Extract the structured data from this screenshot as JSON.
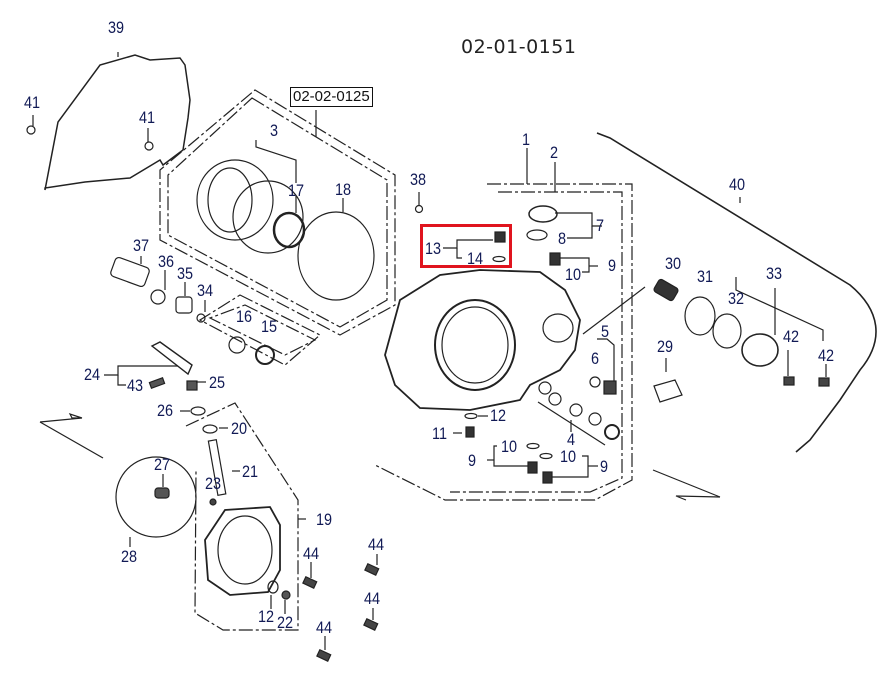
{
  "diagram": {
    "id": "02-01-0151",
    "subassembly_ref": "02-02-0125",
    "highlight_color": "#e0141e",
    "highlighted_parts": [
      "13",
      "14"
    ]
  },
  "callouts": [
    {
      "key": "p39",
      "text": "39"
    },
    {
      "key": "p41a",
      "text": "41"
    },
    {
      "key": "p41b",
      "text": "41"
    },
    {
      "key": "p3",
      "text": "3"
    },
    {
      "key": "p17",
      "text": "17"
    },
    {
      "key": "p18",
      "text": "18"
    },
    {
      "key": "p38",
      "text": "38"
    },
    {
      "key": "p1",
      "text": "1"
    },
    {
      "key": "p2",
      "text": "2"
    },
    {
      "key": "p7",
      "text": "7"
    },
    {
      "key": "p8",
      "text": "8"
    },
    {
      "key": "p13",
      "text": "13"
    },
    {
      "key": "p14",
      "text": "14"
    },
    {
      "key": "p9a",
      "text": "9"
    },
    {
      "key": "p10a",
      "text": "10"
    },
    {
      "key": "p40",
      "text": "40"
    },
    {
      "key": "p30",
      "text": "30"
    },
    {
      "key": "p31",
      "text": "31"
    },
    {
      "key": "p33",
      "text": "33"
    },
    {
      "key": "p32",
      "text": "32"
    },
    {
      "key": "p42a",
      "text": "42"
    },
    {
      "key": "p42b",
      "text": "42"
    },
    {
      "key": "p29",
      "text": "29"
    },
    {
      "key": "p5",
      "text": "5"
    },
    {
      "key": "p6",
      "text": "6"
    },
    {
      "key": "p4",
      "text": "4"
    },
    {
      "key": "p12a",
      "text": "12"
    },
    {
      "key": "p11",
      "text": "11"
    },
    {
      "key": "p10b",
      "text": "10"
    },
    {
      "key": "p10c",
      "text": "10"
    },
    {
      "key": "p9b",
      "text": "9"
    },
    {
      "key": "p9c",
      "text": "9"
    },
    {
      "key": "p37",
      "text": "37"
    },
    {
      "key": "p36",
      "text": "36"
    },
    {
      "key": "p35",
      "text": "35"
    },
    {
      "key": "p34",
      "text": "34"
    },
    {
      "key": "p16",
      "text": "16"
    },
    {
      "key": "p15",
      "text": "15"
    },
    {
      "key": "p24",
      "text": "24"
    },
    {
      "key": "p43",
      "text": "43"
    },
    {
      "key": "p25",
      "text": "25"
    },
    {
      "key": "p26",
      "text": "26"
    },
    {
      "key": "p20",
      "text": "20"
    },
    {
      "key": "p27",
      "text": "27"
    },
    {
      "key": "p21",
      "text": "21"
    },
    {
      "key": "p23",
      "text": "23"
    },
    {
      "key": "p19",
      "text": "19"
    },
    {
      "key": "p28",
      "text": "28"
    },
    {
      "key": "p44a",
      "text": "44"
    },
    {
      "key": "p44b",
      "text": "44"
    },
    {
      "key": "p44c",
      "text": "44"
    },
    {
      "key": "p44d",
      "text": "44"
    },
    {
      "key": "p12b",
      "text": "12"
    },
    {
      "key": "p22",
      "text": "22"
    }
  ]
}
